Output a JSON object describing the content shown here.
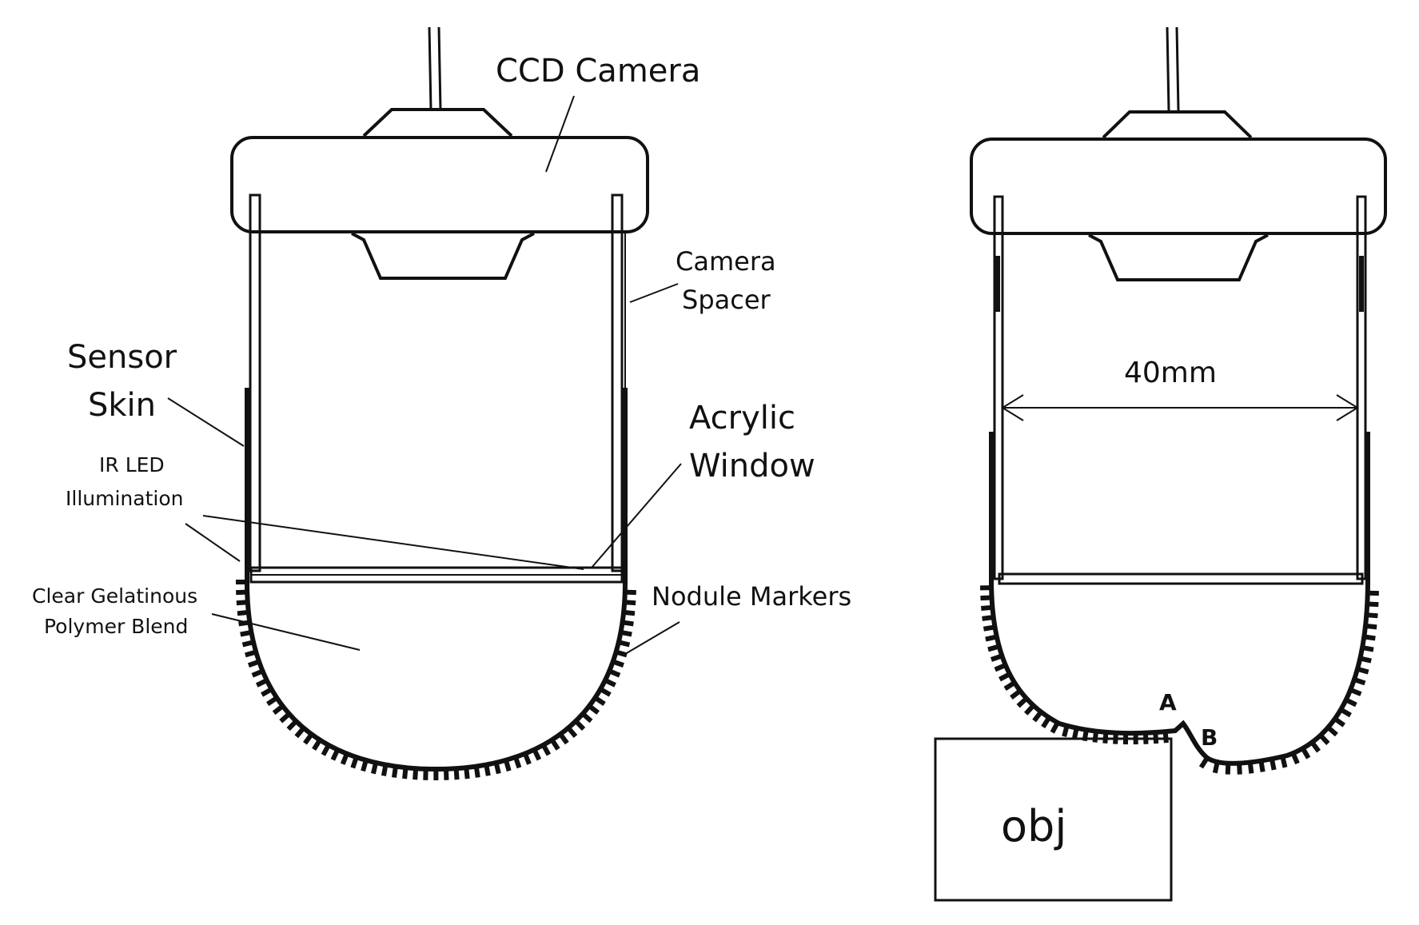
{
  "left_sensor": {
    "labels": {
      "ccd_camera": "CCD Camera",
      "camera_spacer_line1": "Camera",
      "camera_spacer_line2": "Spacer",
      "sensor_skin_line1": "Sensor",
      "sensor_skin_line2": "Skin",
      "acrylic_window_line1": "Acrylic",
      "acrylic_window_line2": "Window",
      "ir_led_line1": "IR LED",
      "ir_led_line2": "Illumination",
      "polymer_line1": "Clear Gelatinous",
      "polymer_line2": "Polymer Blend",
      "nodule_markers": "Nodule Markers"
    }
  },
  "right_sensor": {
    "dimension_label": "40mm",
    "point_a": "A",
    "point_b": "B",
    "object_label": "obj"
  },
  "colors": {
    "ink": "#111111",
    "background": "#ffffff"
  }
}
